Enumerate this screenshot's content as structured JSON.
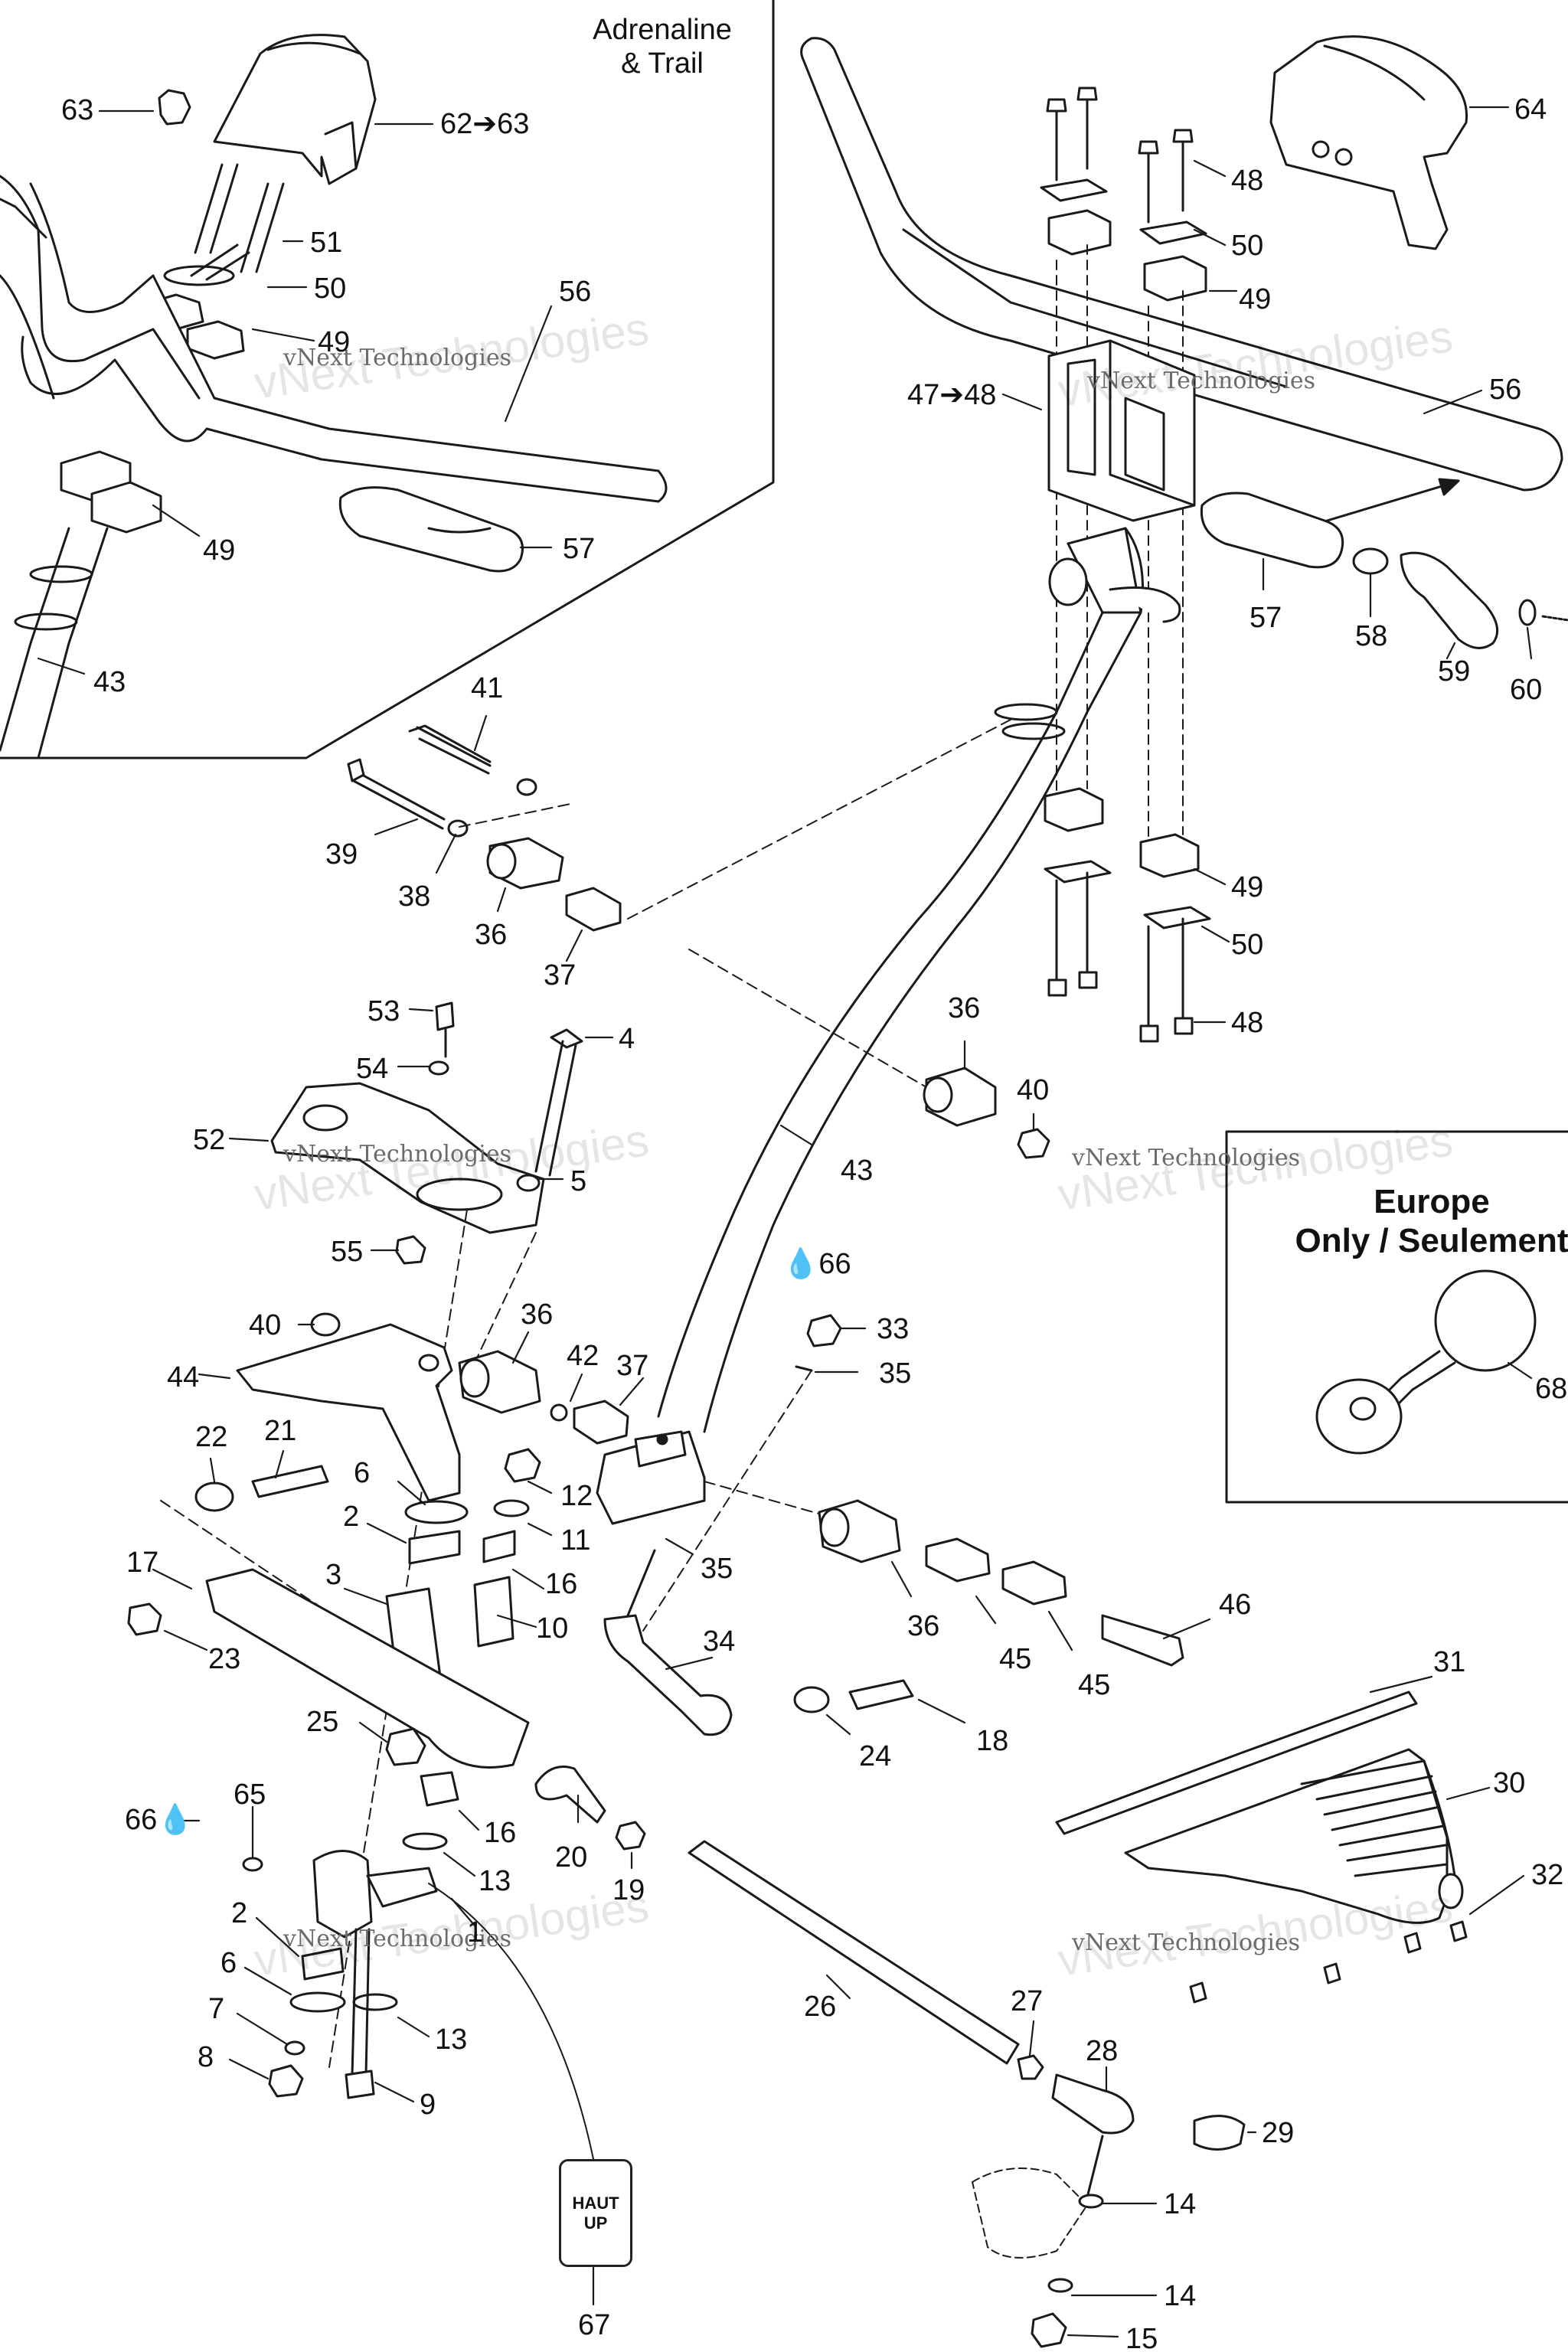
{
  "insets": {
    "adrenaline_trail": {
      "line1": "Adrenaline",
      "line2": "& Trail"
    },
    "europe": {
      "line1": "Europe",
      "line2": "Only / Seulement"
    }
  },
  "watermark": {
    "text": "vNext Technologies"
  },
  "up_tag": {
    "line1": "HAUT",
    "line2": "UP"
  },
  "colors": {
    "line": "#1a1a1a",
    "fill": "#ffffff",
    "watermark": "#6b6b6b"
  },
  "callouts": [
    {
      "id": "63a",
      "text": "63"
    },
    {
      "id": "62",
      "text": "62➔63"
    },
    {
      "id": "51",
      "text": "51"
    },
    {
      "id": "50a",
      "text": "50"
    },
    {
      "id": "49a",
      "text": "49"
    },
    {
      "id": "56a",
      "text": "56"
    },
    {
      "id": "57a",
      "text": "57"
    },
    {
      "id": "49b",
      "text": "49"
    },
    {
      "id": "43a",
      "text": "43"
    },
    {
      "id": "48a",
      "text": "48"
    },
    {
      "id": "50b",
      "text": "50"
    },
    {
      "id": "49c",
      "text": "49"
    },
    {
      "id": "64",
      "text": "64"
    },
    {
      "id": "47",
      "text": "47➔48"
    },
    {
      "id": "56b",
      "text": "56"
    },
    {
      "id": "57b",
      "text": "57"
    },
    {
      "id": "58",
      "text": "58"
    },
    {
      "id": "59",
      "text": "59"
    },
    {
      "id": "60",
      "text": "60"
    },
    {
      "id": "41",
      "text": "41"
    },
    {
      "id": "39",
      "text": "39"
    },
    {
      "id": "38",
      "text": "38"
    },
    {
      "id": "36a",
      "text": "36"
    },
    {
      "id": "37a",
      "text": "37"
    },
    {
      "id": "49d",
      "text": "49"
    },
    {
      "id": "50c",
      "text": "50"
    },
    {
      "id": "48b",
      "text": "48"
    },
    {
      "id": "53",
      "text": "53"
    },
    {
      "id": "4",
      "text": "4"
    },
    {
      "id": "54",
      "text": "54"
    },
    {
      "id": "52",
      "text": "52"
    },
    {
      "id": "5",
      "text": "5"
    },
    {
      "id": "55",
      "text": "55"
    },
    {
      "id": "36b",
      "text": "36"
    },
    {
      "id": "40a",
      "text": "40"
    },
    {
      "id": "43b",
      "text": "43"
    },
    {
      "id": "68",
      "text": "68"
    },
    {
      "id": "66a",
      "text": "66"
    },
    {
      "id": "40b",
      "text": "40"
    },
    {
      "id": "36c",
      "text": "36"
    },
    {
      "id": "33",
      "text": "33"
    },
    {
      "id": "44",
      "text": "44"
    },
    {
      "id": "42",
      "text": "42"
    },
    {
      "id": "37b",
      "text": "37"
    },
    {
      "id": "35a",
      "text": "35"
    },
    {
      "id": "22",
      "text": "22"
    },
    {
      "id": "21",
      "text": "21"
    },
    {
      "id": "6a",
      "text": "6"
    },
    {
      "id": "12",
      "text": "12"
    },
    {
      "id": "2a",
      "text": "2"
    },
    {
      "id": "11",
      "text": "11"
    },
    {
      "id": "35b",
      "text": "35"
    },
    {
      "id": "17",
      "text": "17"
    },
    {
      "id": "3",
      "text": "3"
    },
    {
      "id": "16a",
      "text": "16"
    },
    {
      "id": "10",
      "text": "10"
    },
    {
      "id": "23",
      "text": "23"
    },
    {
      "id": "34",
      "text": "34"
    },
    {
      "id": "36d",
      "text": "36"
    },
    {
      "id": "46",
      "text": "46"
    },
    {
      "id": "45a",
      "text": "45"
    },
    {
      "id": "45b",
      "text": "45"
    },
    {
      "id": "31",
      "text": "31"
    },
    {
      "id": "25",
      "text": "25"
    },
    {
      "id": "18",
      "text": "18"
    },
    {
      "id": "24",
      "text": "24"
    },
    {
      "id": "30",
      "text": "30"
    },
    {
      "id": "65",
      "text": "65"
    },
    {
      "id": "66b",
      "text": "66"
    },
    {
      "id": "16b",
      "text": "16"
    },
    {
      "id": "20",
      "text": "20"
    },
    {
      "id": "19",
      "text": "19"
    },
    {
      "id": "32",
      "text": "32"
    },
    {
      "id": "13a",
      "text": "13"
    },
    {
      "id": "1",
      "text": "1"
    },
    {
      "id": "2b",
      "text": "2"
    },
    {
      "id": "26",
      "text": "26"
    },
    {
      "id": "27",
      "text": "27"
    },
    {
      "id": "6b",
      "text": "6"
    },
    {
      "id": "7",
      "text": "7"
    },
    {
      "id": "13b",
      "text": "13"
    },
    {
      "id": "28",
      "text": "28"
    },
    {
      "id": "8",
      "text": "8"
    },
    {
      "id": "9",
      "text": "9"
    },
    {
      "id": "29",
      "text": "29"
    },
    {
      "id": "14a",
      "text": "14"
    },
    {
      "id": "14b",
      "text": "14"
    },
    {
      "id": "67",
      "text": "67"
    },
    {
      "id": "15",
      "text": "15"
    }
  ]
}
